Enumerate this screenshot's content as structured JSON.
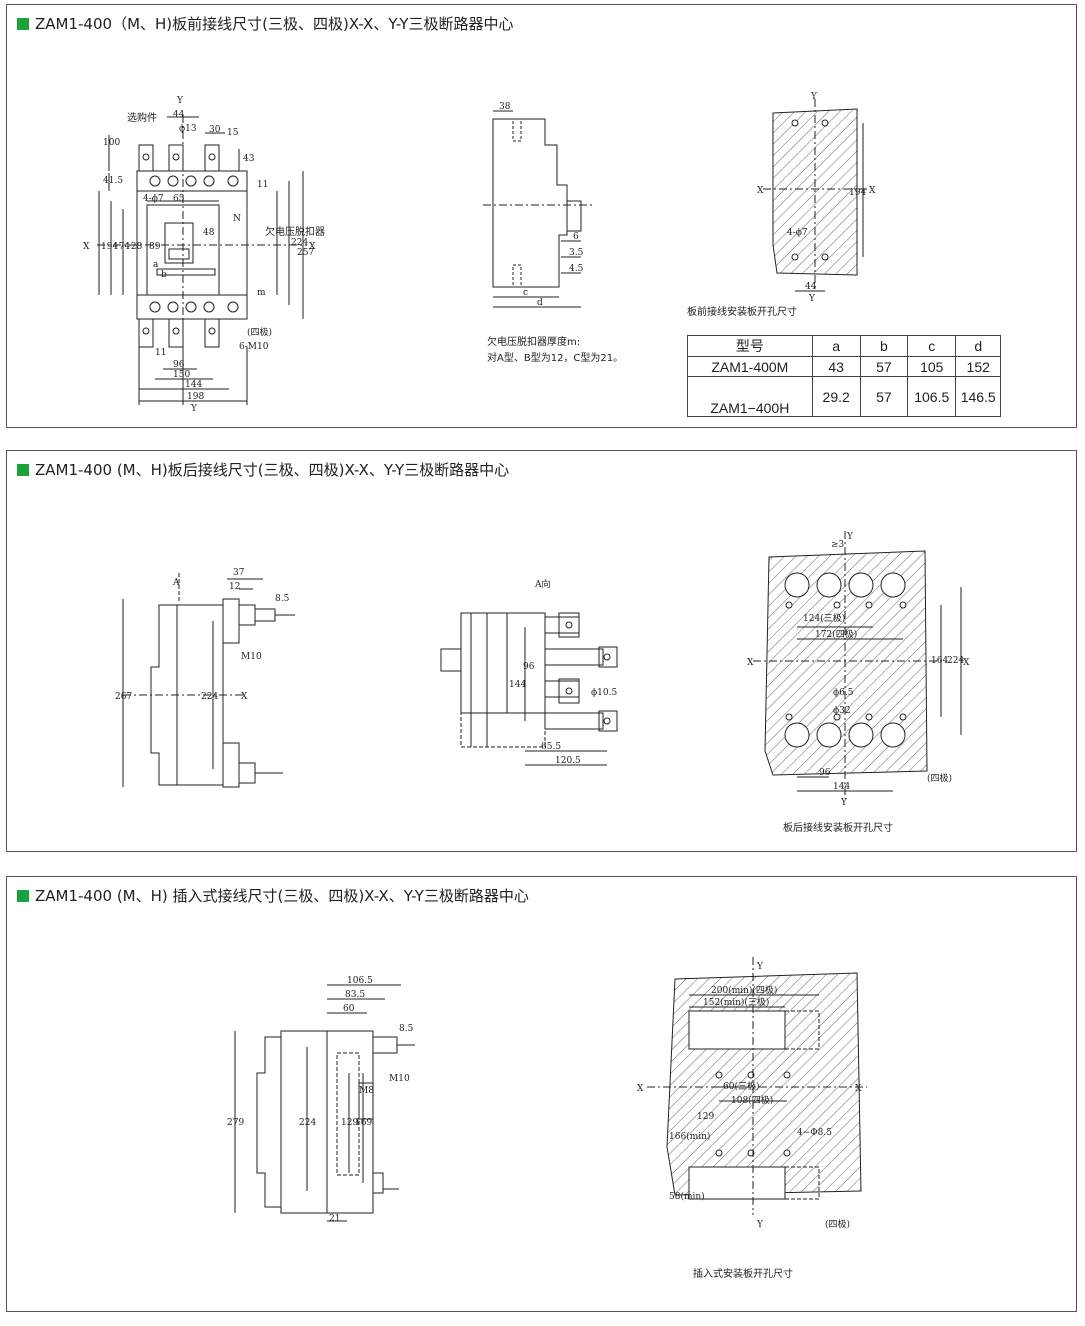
{
  "colors": {
    "accent": "#1aa33a",
    "hatch": "#666666"
  },
  "sections": [
    {
      "title": "ZAM1-400（M、H)板前接线尺寸(三极、四极)X-X、Y-Y三极断路器中心",
      "labels": {
        "optional": "选购件",
        "voltage_release": "欠电压脱扣器",
        "four_pole": "(四极)",
        "screw": "6-M10",
        "hole_top": "4-ϕ7",
        "hole_cut": "ϕ13",
        "hole_panel": "4-ϕ7",
        "n": "N",
        "x": "X",
        "y": "Y",
        "m": "m",
        "a": "a",
        "b": "b",
        "c": "c",
        "d": "d"
      },
      "dims": {
        "d100": "100",
        "d44": "44",
        "d30": "30",
        "d15": "15",
        "d43": "43",
        "d41_5": "41.5",
        "d11": "11",
        "d65": "65",
        "d48": "48",
        "d89": "89",
        "d128": "128",
        "d174": "174",
        "d194": "194",
        "d224": "224",
        "d257": "257",
        "d96": "96",
        "d150": "150",
        "d144": "144",
        "d198": "198",
        "d38": "38",
        "d6": "6",
        "d3_5": "3.5",
        "d4_5": "4.5"
      },
      "side_note_line1": "欠电压脱扣器厚度m:",
      "side_note_line2": "对A型、B型为12，C型为21。",
      "panel_caption": "板前接线安装板开孔尺寸",
      "table": {
        "headers": [
          "型号",
          "a",
          "b",
          "c",
          "d"
        ],
        "rows": [
          [
            "ZAM1-400M",
            "43",
            "57",
            "105",
            "152"
          ],
          [
            "ZAM1−400H",
            "29.2",
            "57",
            "106.5",
            "146.5"
          ]
        ]
      }
    },
    {
      "title": "ZAM1-400 (M、H)板后接线尺寸(三极、四极)X-X、Y-Y三极断路器中心",
      "labels": {
        "a": "A",
        "a_view": "A向",
        "x": "X",
        "y": "Y",
        "m10": "M10",
        "four_pole": "(四极)",
        "ge3": "≥3"
      },
      "dims": {
        "d37": "37",
        "d12": "12",
        "d8_5": "8.5",
        "d267": "267",
        "d224": "224",
        "d96": "96",
        "d144": "144",
        "d10_5": "ϕ10.5",
        "d65_5": "65.5",
        "d120_5": "120.5",
        "d124": "124(三极)",
        "d172": "172(四极)",
        "d164": "164",
        "d6_5": "ϕ6.5",
        "d32": "ϕ32"
      },
      "panel_caption": "板后接线安装板开孔尺寸"
    },
    {
      "title": "ZAM1-400 (M、H) 插入式接线尺寸(三极、四极)X-X、Y-Y三极断路器中心",
      "labels": {
        "x": "X",
        "y": "Y",
        "m10": "M10",
        "m8": "M8",
        "four_pole": "(四极)",
        "holes": "4−Φ8.5"
      },
      "dims": {
        "d106_5": "106.5",
        "d83_5": "83.5",
        "d60": "60",
        "d8_5": "8.5",
        "d279": "279",
        "d224": "224",
        "d129": "129",
        "d169": "169",
        "d21": "21",
        "d200": "200(min)(四极)",
        "d152": "152(min)(三极)",
        "d60b": "60(三极)",
        "d108": "108(四极)",
        "d166": "166(min)",
        "d58": "58(min)"
      },
      "panel_caption": "插入式安装板开孔尺寸"
    }
  ]
}
